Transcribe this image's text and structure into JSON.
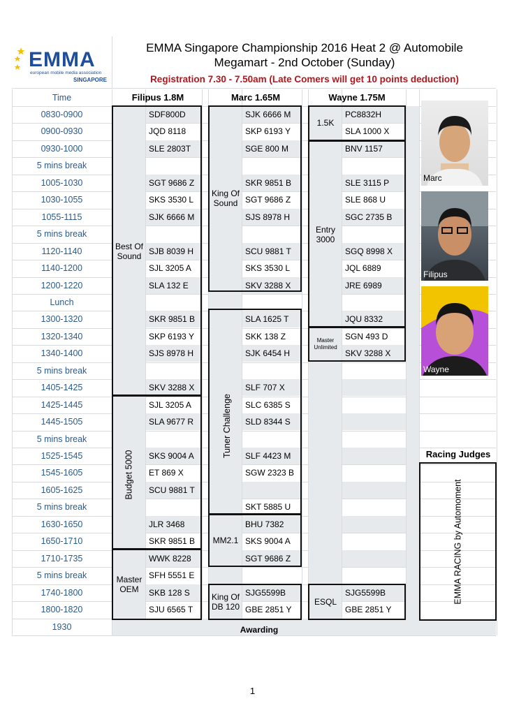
{
  "header": {
    "logo_text": "EMMA",
    "logo_sub": "european mobile media association",
    "logo_country": "SINGAPORE",
    "title_line1": "EMMA Singapore Championship 2016 Heat 2 @ Automobile",
    "title_line2": "Megamart - 2nd October (Sunday)",
    "registration": "Registration 7.30 - 7.50am (Late Comers will get 10 points deduction)"
  },
  "columns": {
    "time": "Time",
    "judge1": "Filipus 1.8M",
    "judge2": "Marc 1.65M",
    "judge3": "Wayne 1.75M"
  },
  "times": [
    "0830-0900",
    "0900-0930",
    "0930-1000",
    "5 mins break",
    "1005-1030",
    "1030-1055",
    "1055-1115",
    "5 mins break",
    "1120-1140",
    "1140-1200",
    "1200-1220",
    "Lunch",
    "1300-1320",
    "1320-1340",
    "1340-1400",
    "5 mins break",
    "1405-1425",
    "1425-1445",
    "1445-1505",
    "5 mins break",
    "1525-1545",
    "1545-1605",
    "1605-1625",
    "5 mins break",
    "1630-1650",
    "1650-1710",
    "1710-1735",
    "5 mins break",
    "1740-1800",
    "1800-1820",
    "1930"
  ],
  "filipus": [
    "SDF800D",
    "JQD 8118",
    "SLE 2803T",
    "",
    "SGT 9686 Z",
    "SKS 3530 L",
    "SJK 6666 M",
    "",
    "SJB 8039 H",
    "SJL 3205 A",
    "SLA 132 E",
    "",
    "SKR 9851 B",
    "SKP 6193 Y",
    "SJS 8978 H",
    "",
    "SKV 3288 X",
    "SJL 3205 A",
    "SLA 9677 R",
    "",
    "SKS 9004 A",
    "ET 869 X",
    "SCU 9881 T",
    "",
    "JLR 3468",
    "SKR 9851 B",
    "WWK 8228",
    "SFH 5551 E",
    "SKB 128 S",
    "SJU 6565 T"
  ],
  "marc": [
    "SJK 6666 M",
    "SKP 6193 Y",
    "SGE 800 M",
    "",
    "SKR 9851 B",
    "SGT 9686 Z",
    "SJS 8978 H",
    "",
    "SCU 9881 T",
    "SKS 3530 L",
    "SKV 3288 X",
    "",
    "SLA 1625 T",
    "SKK 138 Z",
    "SJK 6454 H",
    "",
    "SLF 707 X",
    "SLC 6385 S",
    "SLD 8344 S",
    "",
    "SLF 4423 M",
    "SGW 2323 B",
    "",
    "SKT 5885 U",
    "BHU 7382",
    "SKS 9004 A",
    "SGT 9686 Z",
    "",
    "SJG5599B",
    "GBE 2851 Y"
  ],
  "wayne": [
    "PC8832H",
    "SLA 1000 X",
    "BNV 1157",
    "",
    "SLE 3115 P",
    "SLE 868 U",
    "SGC 2735 B",
    "",
    "SGQ 8998 X",
    "JQL 6889",
    "JRE 6989",
    "",
    "JQU 8332",
    "SGN 493 D",
    "SKV 3288 X"
  ],
  "wayne_esql": [
    "SJG5599B",
    "GBE 2851 Y"
  ],
  "categories": {
    "best_of_sound": "Best Of Sound",
    "budget_5000": "Budget 5000",
    "master_oem": "Master OEM",
    "king_of_sound": "King Of Sound",
    "tuner_challenge": "Tuner Challenge",
    "mm21": "MM2.1",
    "king_of_db": "King Of DB 120",
    "k15": "1.5K",
    "entry_3000": "Entry 3000",
    "master_unlimited": "Master Unlimited",
    "esql": "ESQL"
  },
  "photos": {
    "marc": "Marc",
    "filipus": "Filipus",
    "wayne": "Wayne"
  },
  "racing_judges": "Racing Judges",
  "racing_box": "EMMA RACING by Automoment",
  "awarding": "Awarding",
  "page_number": "1",
  "colors": {
    "time_text": "#2c5a8c",
    "registration": "#b4161b",
    "logo_blue": "#1f4e9c",
    "logo_star": "#f2c200",
    "wayne_bg": "#b84fd8"
  }
}
